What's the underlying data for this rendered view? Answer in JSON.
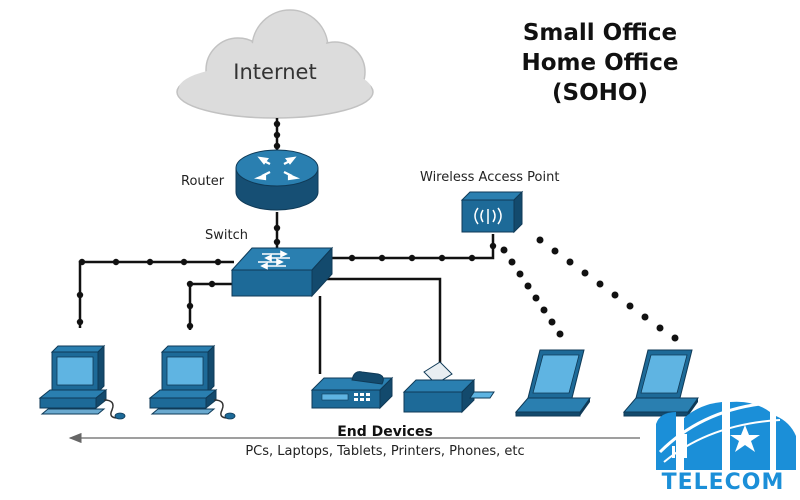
{
  "title": {
    "line1": "Small Office",
    "line2": "Home Office",
    "line3": "(SOHO)"
  },
  "nodes": {
    "internet": "Internet",
    "router": "Router",
    "switch": "Switch",
    "wireless_access_point": "Wireless Access Point"
  },
  "end_devices": {
    "title": "End Devices",
    "subtitle": "PCs, Laptops, Tablets, Printers, Phones, etc"
  },
  "brand": {
    "name": "TELECOM"
  },
  "colors": {
    "device_blue": "#1f6f9e",
    "device_dark": "#134a6d",
    "brand_blue": "#1b8fd8",
    "cloud_gray": "#dcdcdc"
  }
}
